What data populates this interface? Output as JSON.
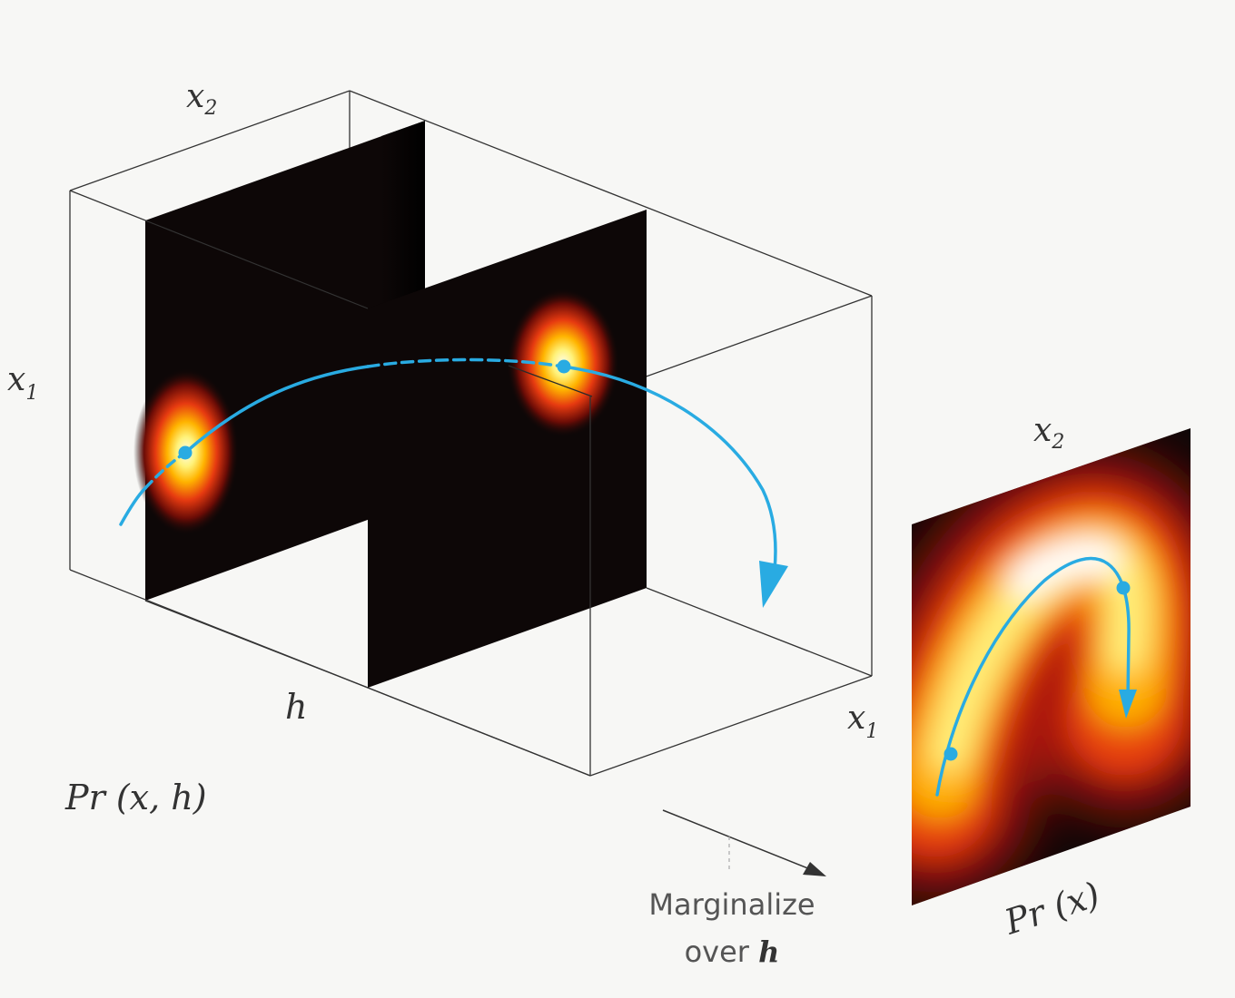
{
  "diagram": {
    "joint": {
      "axis_x2": "x",
      "axis_x2_sub": "2",
      "axis_x1_left": "x",
      "axis_x1_left_sub": "1",
      "axis_h": "h",
      "axis_x1_right": "x",
      "axis_x1_right_sub": "1",
      "caption": "Pr (x, h)"
    },
    "arrow_label": {
      "line1": "Marginalize",
      "line2_prefix": "over ",
      "line2_var": "h"
    },
    "marginal": {
      "axis_x2": "x",
      "axis_x2_sub": "2",
      "caption": "Pr (x)"
    }
  },
  "colors": {
    "background": "#f7f7f5",
    "edges": "#333333",
    "path": "#29abe2",
    "slice": "#0d0707",
    "heat_low": "#b3140c",
    "heat_mid": "#ff9a00",
    "heat_high": "#fffde0"
  }
}
